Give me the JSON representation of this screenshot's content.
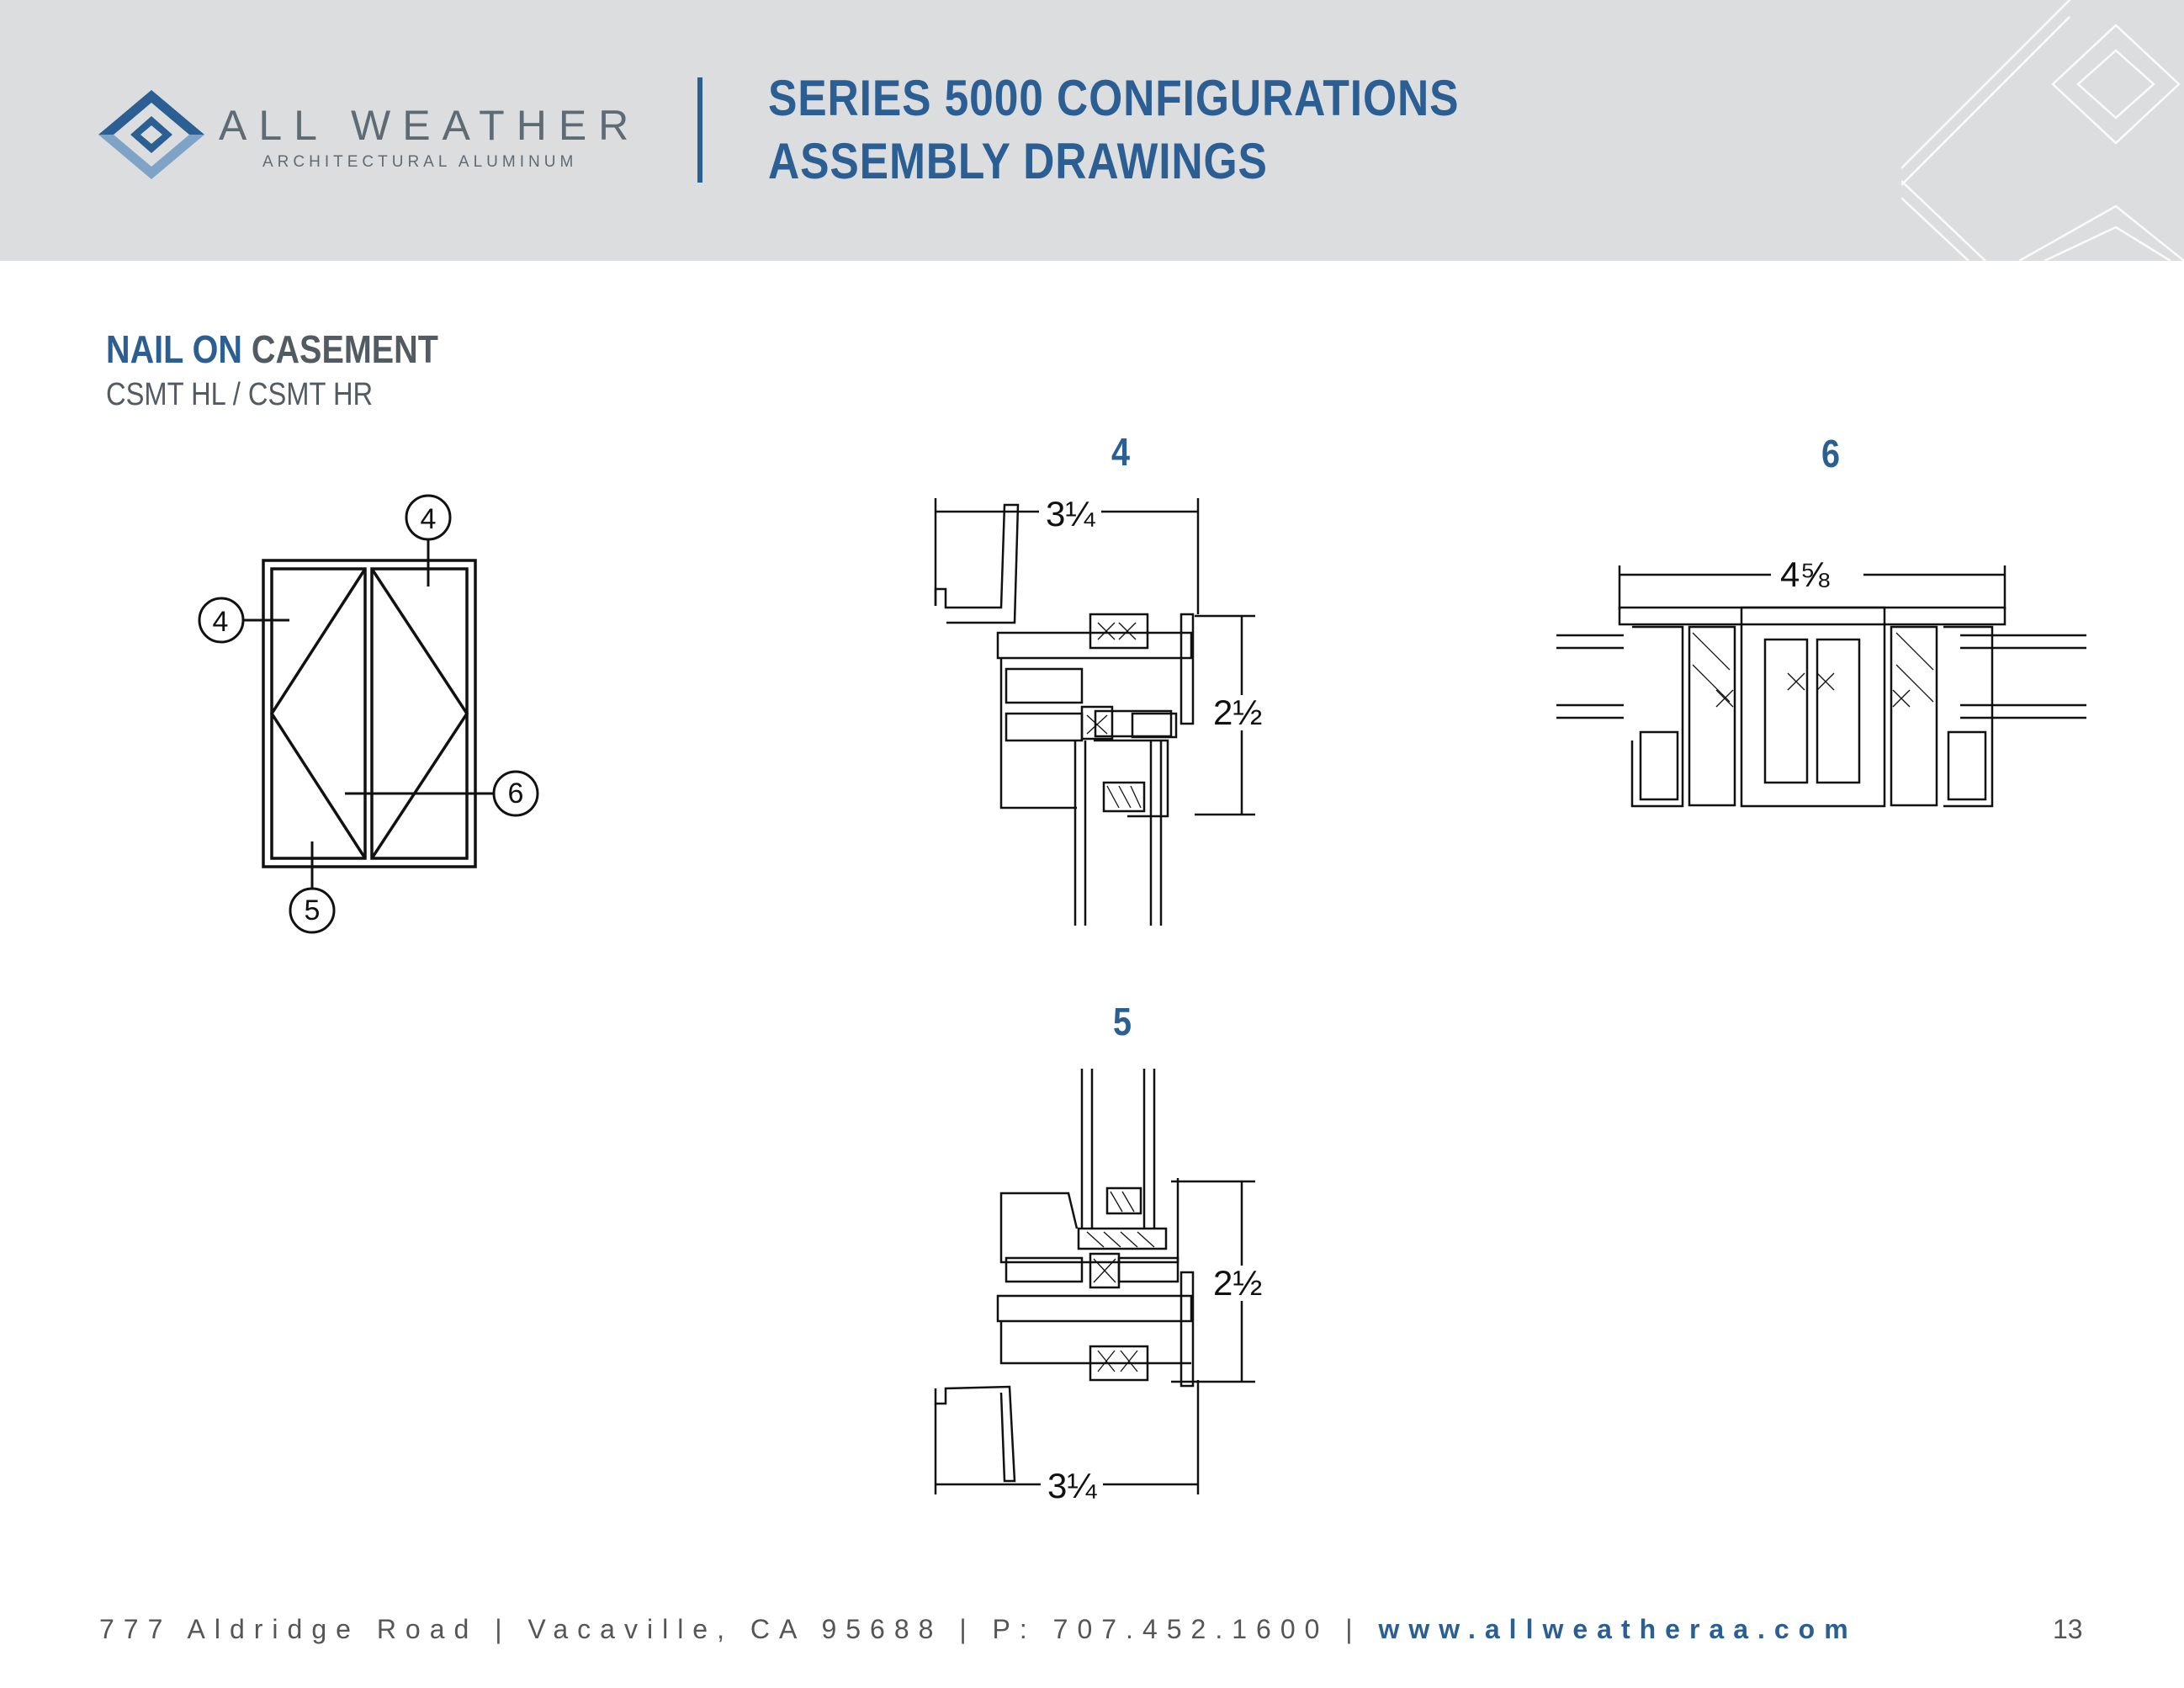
{
  "header": {
    "brand_name": "ALL WEATHER",
    "brand_tagline": "ARCHITECTURAL ALUMINUM",
    "title_line1": "SERIES 5000 CONFIGURATIONS",
    "title_line2": "ASSEMBLY DRAWINGS",
    "accent_color": "#2b5f94"
  },
  "section": {
    "title_part1": "NAIL ON",
    "title_part2": "CASEMENT",
    "subtitle": "CSMT HL / CSMT HR"
  },
  "elevation": {
    "callouts": [
      "4",
      "4",
      "6",
      "5"
    ]
  },
  "details": [
    {
      "label": "4",
      "dims": [
        "3¼",
        "2½"
      ]
    },
    {
      "label": "6",
      "dims": [
        "4⅝"
      ]
    },
    {
      "label": "5",
      "dims": [
        "2½",
        "3¼"
      ]
    }
  ],
  "footer": {
    "address": "777 Aldridge Road | Vacaville, CA 95688 | P: 707.452.1600 |",
    "website": "www.allweatheraa.com",
    "page_number": "13"
  }
}
